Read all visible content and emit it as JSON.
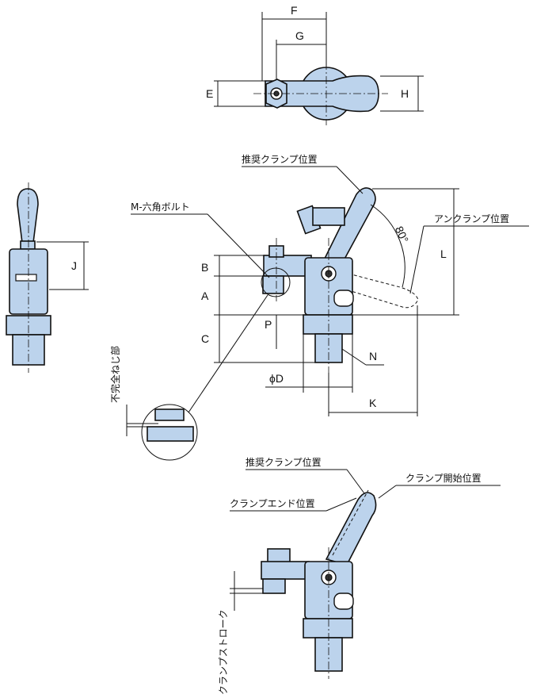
{
  "dimensions": {
    "F": "F",
    "G": "G",
    "E": "E",
    "H": "H",
    "J": "J",
    "A": "A",
    "B": "B",
    "C": "C",
    "P": "P",
    "L": "L",
    "N": "N",
    "K": "K",
    "phiD": "ϕD",
    "angle": "80°"
  },
  "callouts": {
    "recommended_clamp": "推奨クランプ位置",
    "unclamp": "アンクランプ位置",
    "hex_bolt": "M-六角ボルト",
    "incomplete_thread": "不完全ねじ部",
    "recommended_clamp_2": "推奨クランプ位置",
    "clamp_start": "クランプ開始位置",
    "clamp_end": "クランプエンド位置",
    "clamp_stroke": "クランプストローク"
  }
}
